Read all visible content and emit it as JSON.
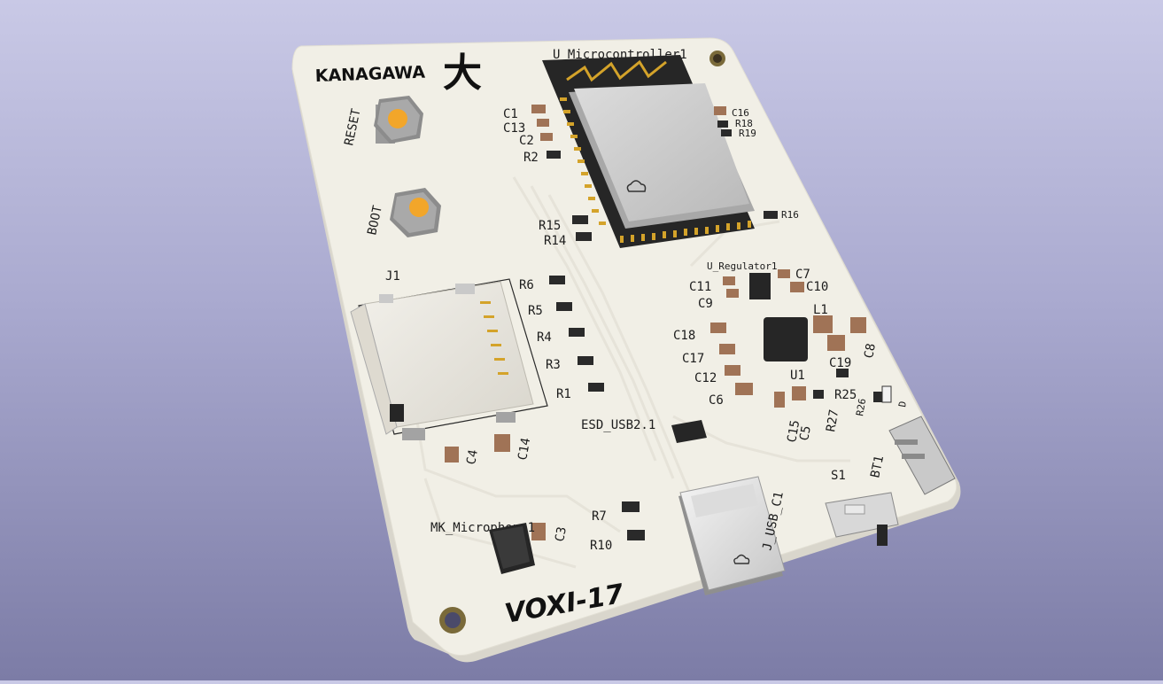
{
  "logo": {
    "brand": "KANAGAWA",
    "kanji": "大",
    "product": "VOXI-17"
  },
  "buttons": {
    "reset": "RESET",
    "boot": "BOOT"
  },
  "modules": {
    "mcu": "U_Microcontroller1",
    "regulator": "U_Regulator1",
    "esd": "ESD_USB2.1",
    "usb": "J_USB_C1",
    "mic": "MK_Microphone1",
    "u1": "U1",
    "sd": "J1",
    "switch": "S1",
    "battery": "BT1",
    "inductor": "L1",
    "led": "D"
  },
  "refs": {
    "C1": "C1",
    "C13": "C13",
    "C2": "C2",
    "R2": "R2",
    "C16": "C16",
    "R18": "R18",
    "R19": "R19",
    "R16": "R16",
    "R15": "R15",
    "R14": "R14",
    "R6": "R6",
    "R5": "R5",
    "R4": "R4",
    "R3": "R3",
    "R1": "R1",
    "C11": "C11",
    "C9": "C9",
    "C7": "C7",
    "C10": "C10",
    "C18": "C18",
    "C17": "C17",
    "C12": "C12",
    "C6": "C6",
    "C19": "C19",
    "C8": "C8",
    "R25": "R25",
    "R26": "R26",
    "R27": "R27",
    "C15": "C15",
    "C5": "C5",
    "C4": "C4",
    "C14": "C14",
    "C3": "C3",
    "R7": "R7",
    "R10": "R10"
  },
  "colors": {
    "board": "#f1efe6",
    "pad": "#d4a32a",
    "button_cap": "#f2a62a",
    "component": "#a07356",
    "chip": "#262626",
    "shield": "#c9c9c9"
  }
}
